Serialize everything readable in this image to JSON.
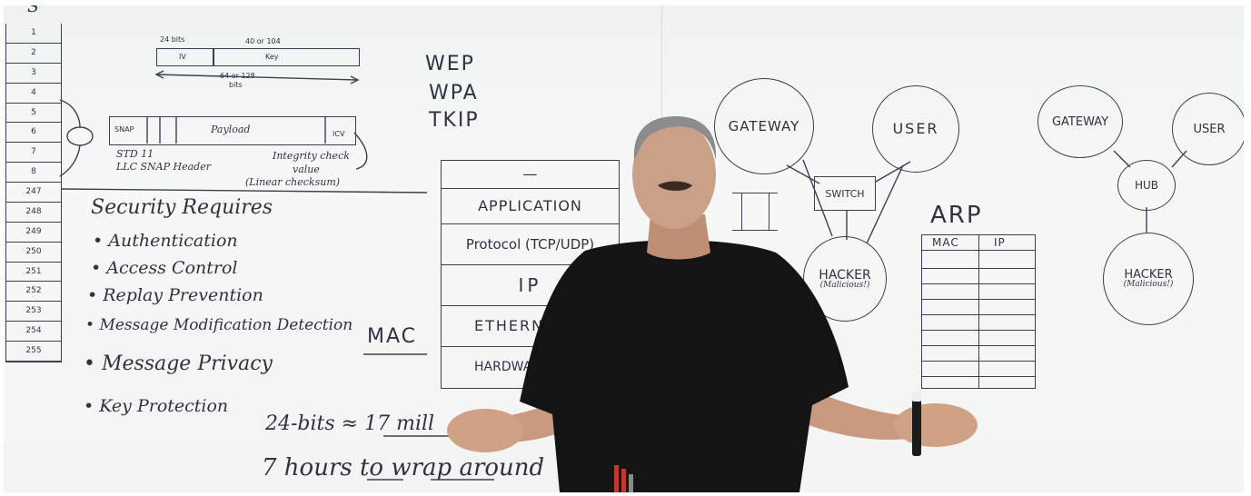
{
  "whiteboard": {
    "left_column": [
      "1",
      "2",
      "3",
      "4",
      "5",
      "6",
      "7",
      "8",
      "247",
      "248",
      "249",
      "250",
      "251",
      "252",
      "253",
      "254",
      "255"
    ],
    "top_diagram": {
      "label_24bits": "24 bits",
      "label_40or104": "40 or 104",
      "iv": "IV",
      "key": "Key",
      "label_64or128": "64 or 128",
      "label_bits": "bits"
    },
    "frame": {
      "snap": "SNAP",
      "payload": "Payload",
      "icv": "ICV",
      "integrity_check": "Integrity check",
      "value": "value",
      "linear_checksum": "(Linear checksum)",
      "std": "STD 11",
      "llc_snap_header": "LLC SNAP Header"
    },
    "protocols": [
      "WEP",
      "WPA",
      "TKIP"
    ],
    "security_title": "Security Requires",
    "security_items": [
      "Authentication",
      "Access Control",
      "Replay Prevention",
      "Message Modification Detection",
      "Message Privacy",
      "Key Protection"
    ],
    "mac_label": "MAC",
    "math_line1": "24-bits ≈ 17 mill",
    "math_line2": "7 hours to wrap around",
    "stack_layers": [
      "—",
      "APPLICATION",
      "Protocol (TCP/UDP)",
      "IP",
      "ETHERN",
      "HARDWA"
    ],
    "switch_diagram": {
      "gateway": "GATEWAY",
      "user": "USER",
      "switch": "SWITCH",
      "hacker": "HACKER",
      "malicious": "(Malicious!)"
    },
    "arp": {
      "title": "ARP",
      "col_mac": "MAC",
      "col_ip": "IP"
    },
    "hub_diagram": {
      "gateway": "GATEWAY",
      "user": "USER",
      "hub": "HUB",
      "hacker": "HACKER",
      "malicious": "(Malicious!)"
    }
  },
  "colors": {
    "board": "#f3f6f5",
    "ink": "#2e3340",
    "shirt": "#141414",
    "skin": "#c99a80",
    "marker_red": "#c0392b"
  }
}
